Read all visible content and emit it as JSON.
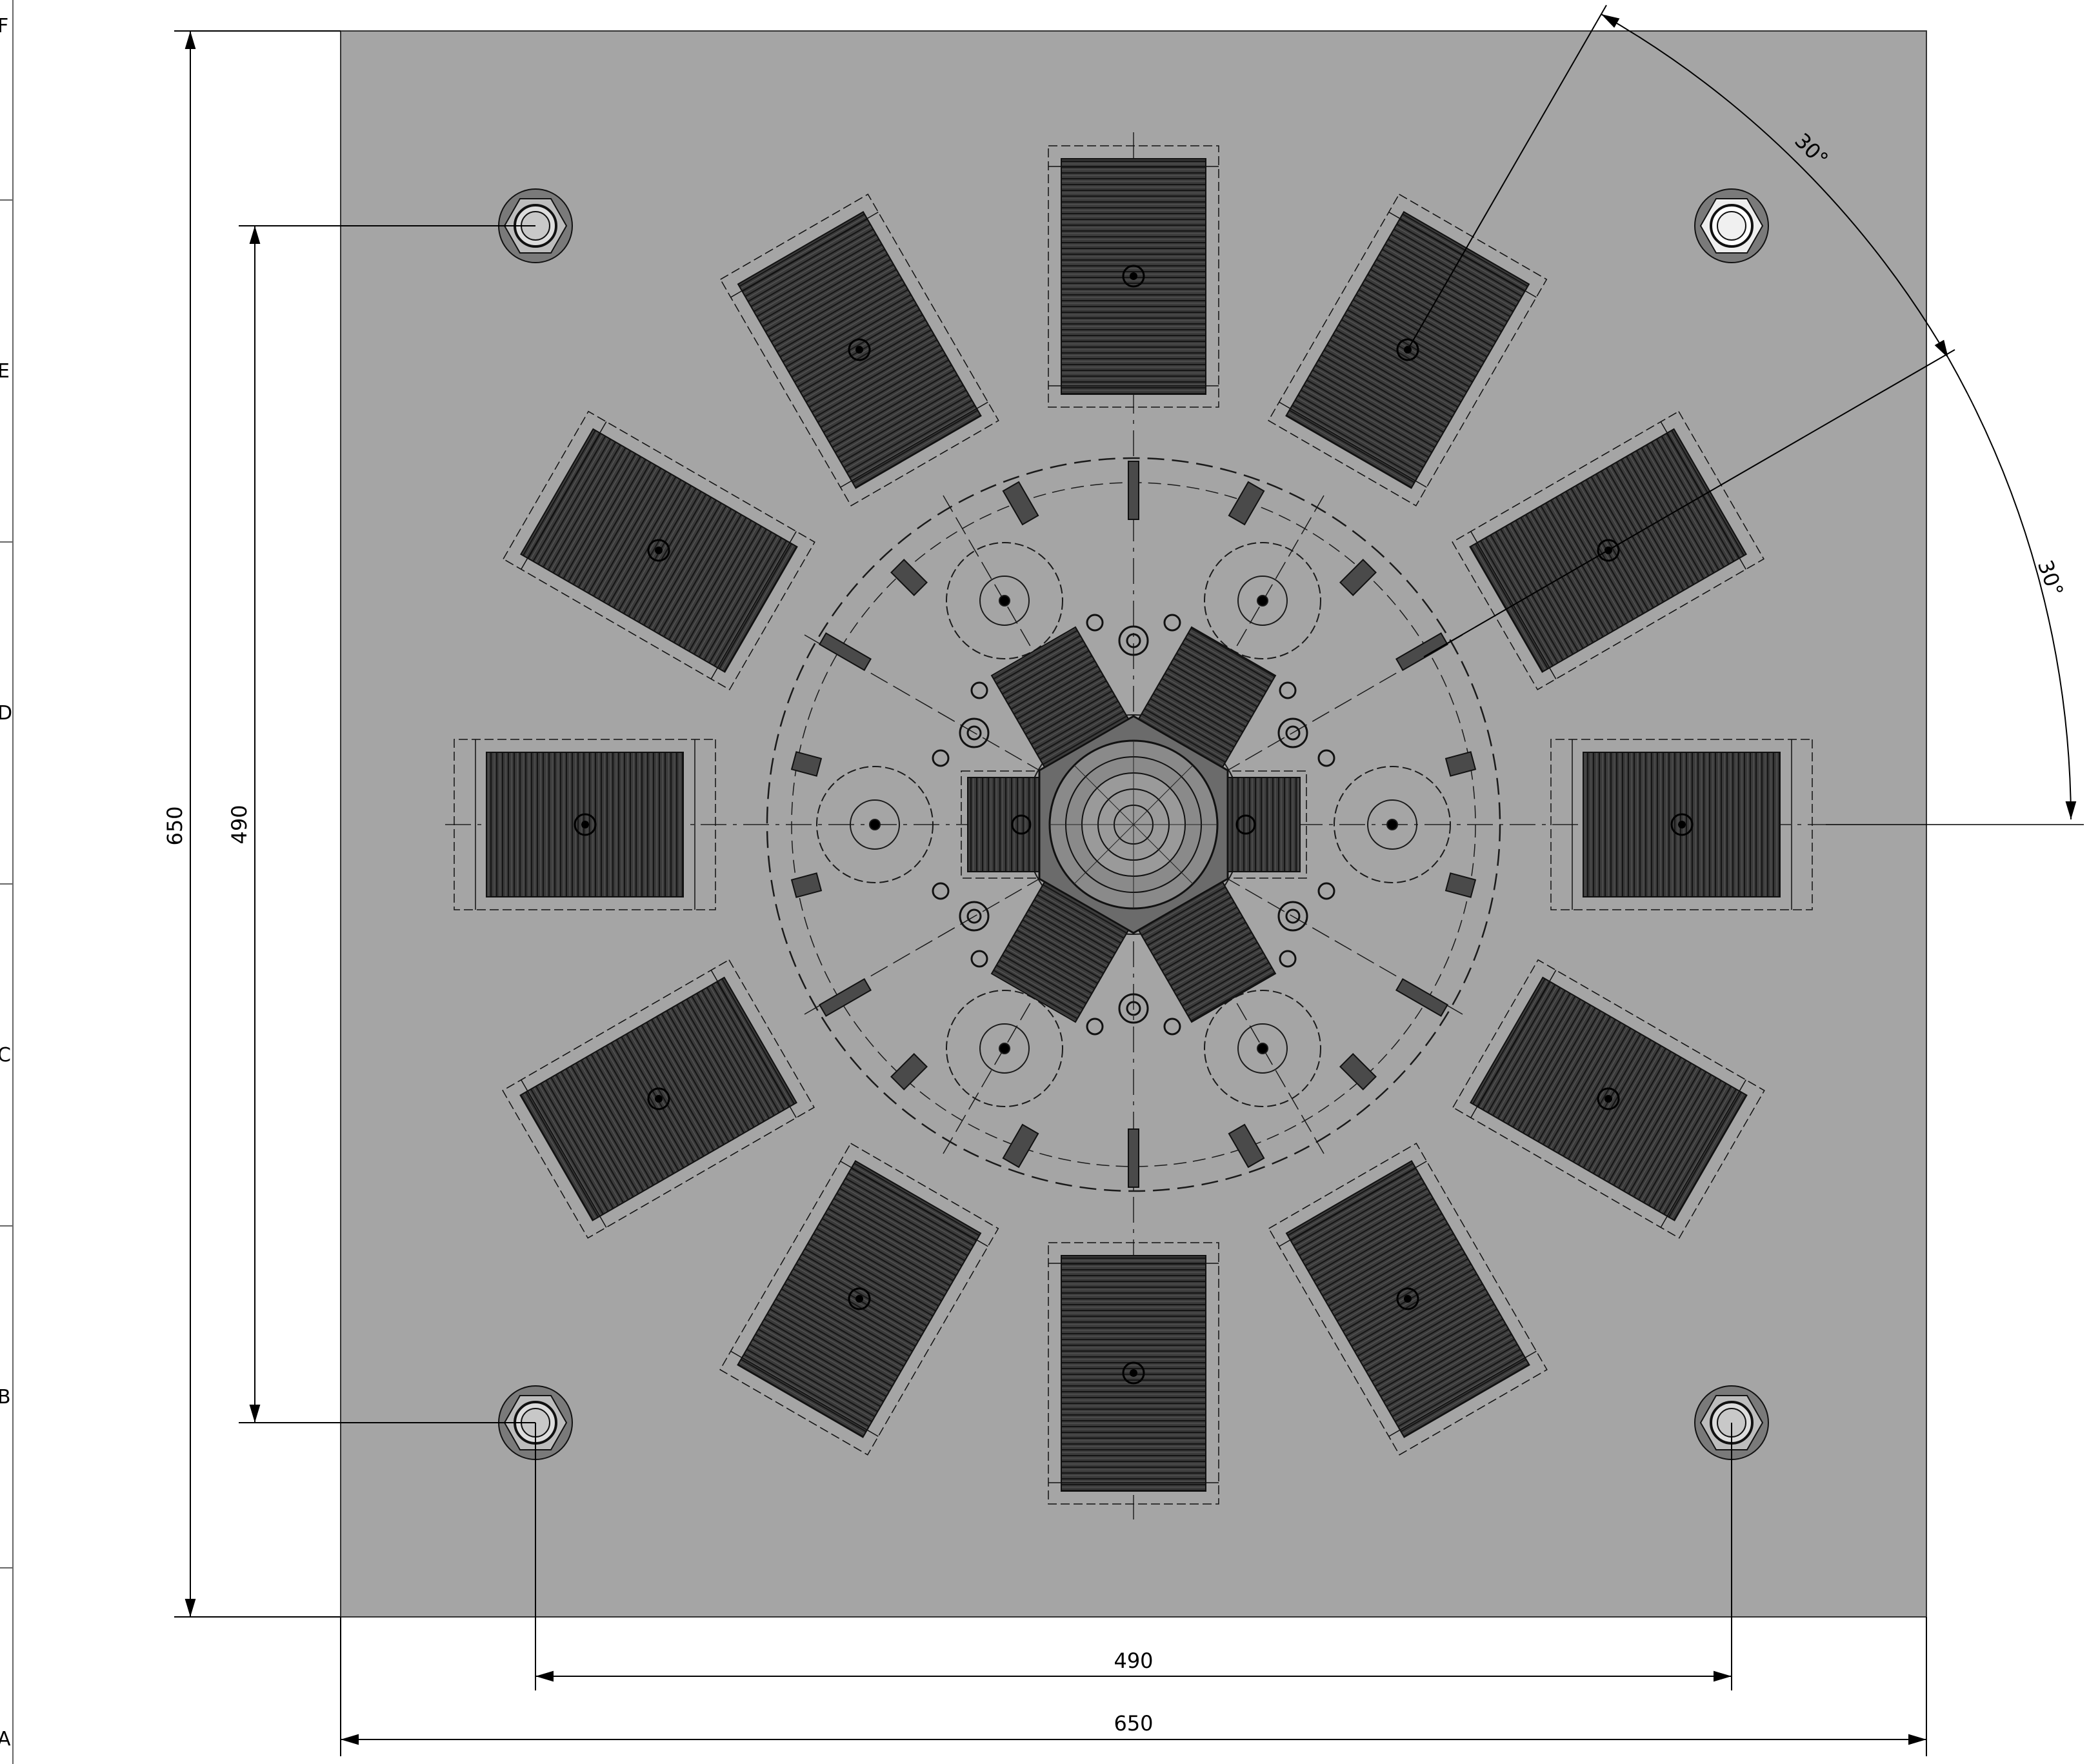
{
  "drawing": {
    "plate_color": "#a5a5a5",
    "line_color": "#000000",
    "hatch_color": "#262626",
    "dimensions": {
      "plate_width": "650",
      "plate_height": "650",
      "bolt_spacing_horizontal": "490",
      "bolt_spacing_vertical": "490",
      "angle_1": "30°",
      "angle_2": "30°"
    },
    "zone_labels": [
      "F",
      "E",
      "D",
      "C",
      "B",
      "A"
    ],
    "icons": {
      "bolt": "hex-nut-bolt-icon",
      "block": "hatched-magnet-block-icon",
      "hub": "central-hub-icon"
    }
  }
}
